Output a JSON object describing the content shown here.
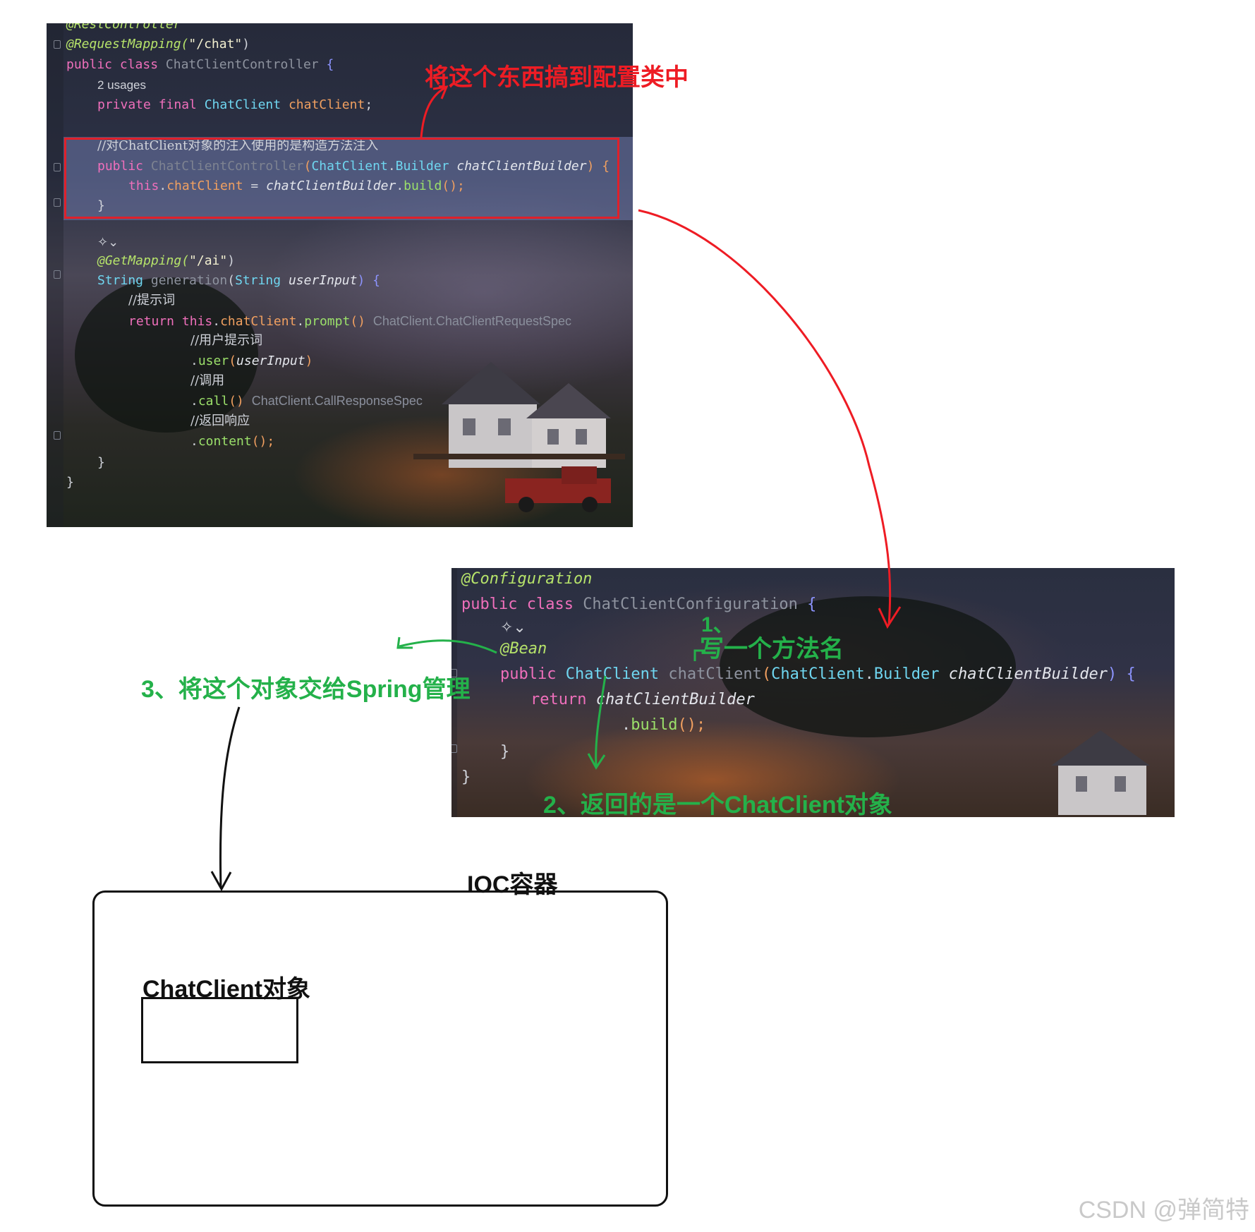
{
  "controller_code": {
    "l0": "@RestController",
    "l1a": "@RequestMapping(",
    "l1b": "\"/chat\"",
    "l1c": ")",
    "l2a": "public class ",
    "l2b": "ChatClientController",
    "l2c": " {",
    "l3": "2 usages",
    "l4a": "private final ",
    "l4b": "ChatClient",
    "l4c": "chatClient",
    "l4d": ";",
    "l5": "//对ChatClient对象的注入使用的是构造方法注入",
    "l6a": "public ",
    "l6b": "ChatClientController",
    "l6c": "(",
    "l6d": "ChatClient",
    "l6e": ".",
    "l6f": "Builder",
    "l6g": "chatClientBuilder",
    "l6h": ") {",
    "l7a": "this",
    "l7b": ".",
    "l7c": "chatClient",
    "l7d": " = ",
    "l7e": "chatClientBuilder",
    "l7f": ".",
    "l7g": "build",
    "l7h": "();",
    "l8": "}",
    "l10a": "@GetMapping(",
    "l10b": "\"/ai\"",
    "l10c": ")",
    "l11a": "String ",
    "l11b": "generation",
    "l11c": "(",
    "l11d": "String ",
    "l11e": "userInput",
    "l11f": ") {",
    "l12": "//提示词",
    "l13a": "return ",
    "l13b": "this",
    "l13c": ".",
    "l13d": "chatClient",
    "l13e": ".",
    "l13f": "prompt",
    "l13g": "()",
    "l13h": "ChatClient.ChatClientRequestSpec",
    "l14": "//用户提示词",
    "l15a": ".",
    "l15b": "user",
    "l15c": "(",
    "l15d": "userInput",
    "l15e": ")",
    "l16": "//调用",
    "l17a": ".",
    "l17b": "call",
    "l17c": "()",
    "l17d": "ChatClient.CallResponseSpec",
    "l18": "//返回响应",
    "l19a": ".",
    "l19b": "content",
    "l19c": "();",
    "l20": "}",
    "l21": "}"
  },
  "config_code": {
    "c0": "@Configuration",
    "c1a": "public class ",
    "c1b": "ChatClientConfiguration",
    "c1c": " {",
    "c2": "@Bean",
    "c3a": "public ",
    "c3b": "ChatClient",
    "c3c": "chatClient",
    "c3d": "(",
    "c3e": "ChatClient",
    "c3f": ".",
    "c3g": "Builder",
    "c3h": "chatClientBuilder",
    "c3i": ") {",
    "c4a": "return ",
    "c4b": "chatClientBuilder",
    "c5a": ".",
    "c5b": "build",
    "c5c": "();",
    "c6": "}",
    "c7": "}"
  },
  "annotations": {
    "move_to_config": "将这个东西搞到配置类中",
    "step1_num": "1、",
    "step1_text": "写一个方法名",
    "step2": "2、返回的是一个ChatClient对象",
    "step3": "3、将这个对象交给Spring管理",
    "ioc_label": "IOC容器",
    "object_label": "ChatClient对象"
  },
  "watermark": "CSDN @弹简特",
  "colors": {
    "red": "#ee1c24",
    "green": "#24b14a",
    "black": "#111111"
  }
}
